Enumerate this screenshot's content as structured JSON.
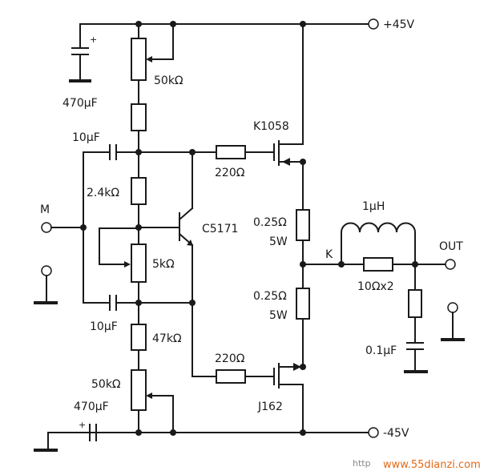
{
  "labels": {
    "v_pos": "+45V",
    "v_neg": "-45V",
    "out": "OUT",
    "input": "M",
    "node_k": "K",
    "c_top": "470μF",
    "pot_top": "50kΩ",
    "c_in_top": "10μF",
    "r_24k": "2.4kΩ",
    "q_npn": "C5171",
    "pot_5k": "5kΩ",
    "c_in_bot": "10μF",
    "r_47k": "47kΩ",
    "pot_bot": "50kΩ",
    "c_bot": "470μF",
    "r_gate_top": "220Ω",
    "r_gate_bot": "220Ω",
    "q_top": "K1058",
    "q_bot": "J162",
    "r_src_top_val": "0.25Ω",
    "r_src_top_pow": "5W",
    "r_src_bot_val": "0.25Ω",
    "r_src_bot_pow": "5W",
    "inductor": "1μH",
    "r_out": "10Ωx2",
    "c_out": "0.1μF",
    "watermark": "www.55dianzi.com",
    "watermark_prefix": "http"
  }
}
